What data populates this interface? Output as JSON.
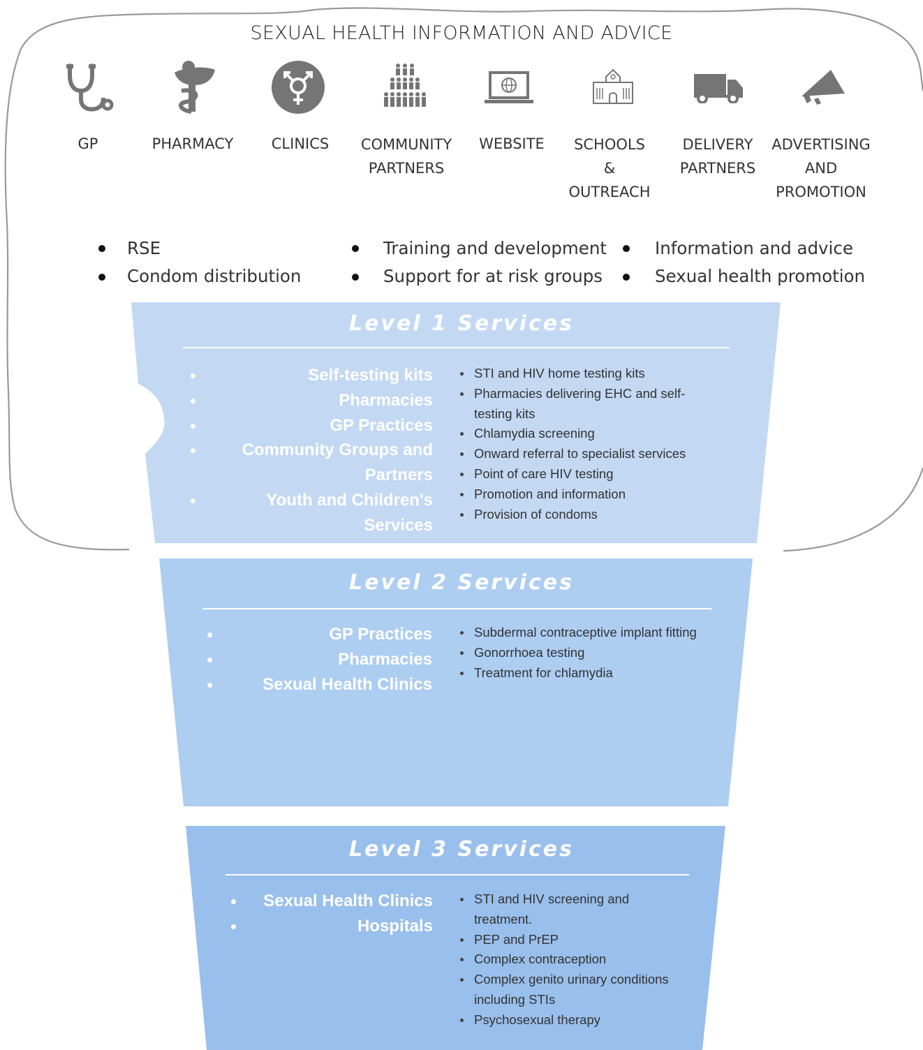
{
  "title": "SEXUAL HEALTH INFORMATION AND ADVICE",
  "icons": [
    {
      "name": "stethoscope-icon",
      "label": [
        "GP"
      ]
    },
    {
      "name": "caduceus-icon",
      "label": [
        "PHARMACY"
      ]
    },
    {
      "name": "gender-symbol-icon",
      "label": [
        "CLINICS"
      ]
    },
    {
      "name": "people-group-icon",
      "label": [
        "COMMUNITY",
        "PARTNERS"
      ]
    },
    {
      "name": "laptop-globe-icon",
      "label": [
        "WEBSITE"
      ]
    },
    {
      "name": "school-building-icon",
      "label": [
        "SCHOOLS",
        "&",
        "OUTREACH"
      ]
    },
    {
      "name": "truck-icon",
      "label": [
        "DELIVERY",
        "PARTNERS"
      ]
    },
    {
      "name": "megaphone-icon",
      "label": [
        "ADVERTISING",
        "AND",
        "PROMOTION"
      ]
    }
  ],
  "bullets": {
    "col1": [
      "RSE",
      "Condom distribution"
    ],
    "col2": [
      "Training and development",
      "Support for at risk groups"
    ],
    "col3": [
      "Information and advice",
      "Sexual health promotion"
    ]
  },
  "colors": {
    "level1": "#c3d8f3",
    "level2": "#adcdf1",
    "level3": "#99bfec",
    "outline": "#999999"
  },
  "levels": [
    {
      "title": "Level 1 Services",
      "providers": [
        "Self-testing kits",
        "Pharmacies",
        "GP Practices",
        "Community Groups and Partners",
        "Youth and Children's Services"
      ],
      "services": [
        "STI and HIV home testing kits",
        "Pharmacies delivering EHC and self-testing kits",
        "Chlamydia screening",
        "Onward referral to specialist services",
        "Point of care HIV testing",
        "Promotion and information",
        "Provision of condoms"
      ]
    },
    {
      "title": "Level 2 Services",
      "providers": [
        "GP Practices",
        "Pharmacies",
        "Sexual Health Clinics"
      ],
      "services": [
        "Subdermal contraceptive implant fitting",
        "Gonorrhoea testing",
        "Treatment for chlamydia"
      ]
    },
    {
      "title": "Level 3 Services",
      "providers": [
        "Sexual Health Clinics",
        "Hospitals"
      ],
      "services": [
        "STI and HIV screening and treatment.",
        "PEP and PrEP",
        "Complex contraception",
        "Complex genito urinary conditions including STIs",
        "Psychosexual therapy"
      ]
    }
  ]
}
